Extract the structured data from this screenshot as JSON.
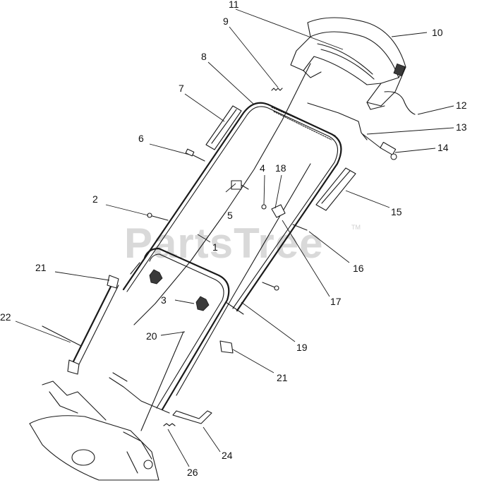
{
  "watermark": {
    "text": "PartsTree",
    "trademark": "TM"
  },
  "callouts": [
    {
      "label": "1"
    },
    {
      "label": "2"
    },
    {
      "label": "3"
    },
    {
      "label": "4"
    },
    {
      "label": "5"
    },
    {
      "label": "6"
    },
    {
      "label": "7"
    },
    {
      "label": "8"
    },
    {
      "label": "9"
    },
    {
      "label": "10"
    },
    {
      "label": "11"
    },
    {
      "label": "12"
    },
    {
      "label": "13"
    },
    {
      "label": "14"
    },
    {
      "label": "15"
    },
    {
      "label": "16"
    },
    {
      "label": "17"
    },
    {
      "label": "18"
    },
    {
      "label": "19"
    },
    {
      "label": "20"
    },
    {
      "label": "21"
    },
    {
      "label": "21"
    },
    {
      "label": "22"
    },
    {
      "label": "24"
    },
    {
      "label": "26"
    }
  ]
}
